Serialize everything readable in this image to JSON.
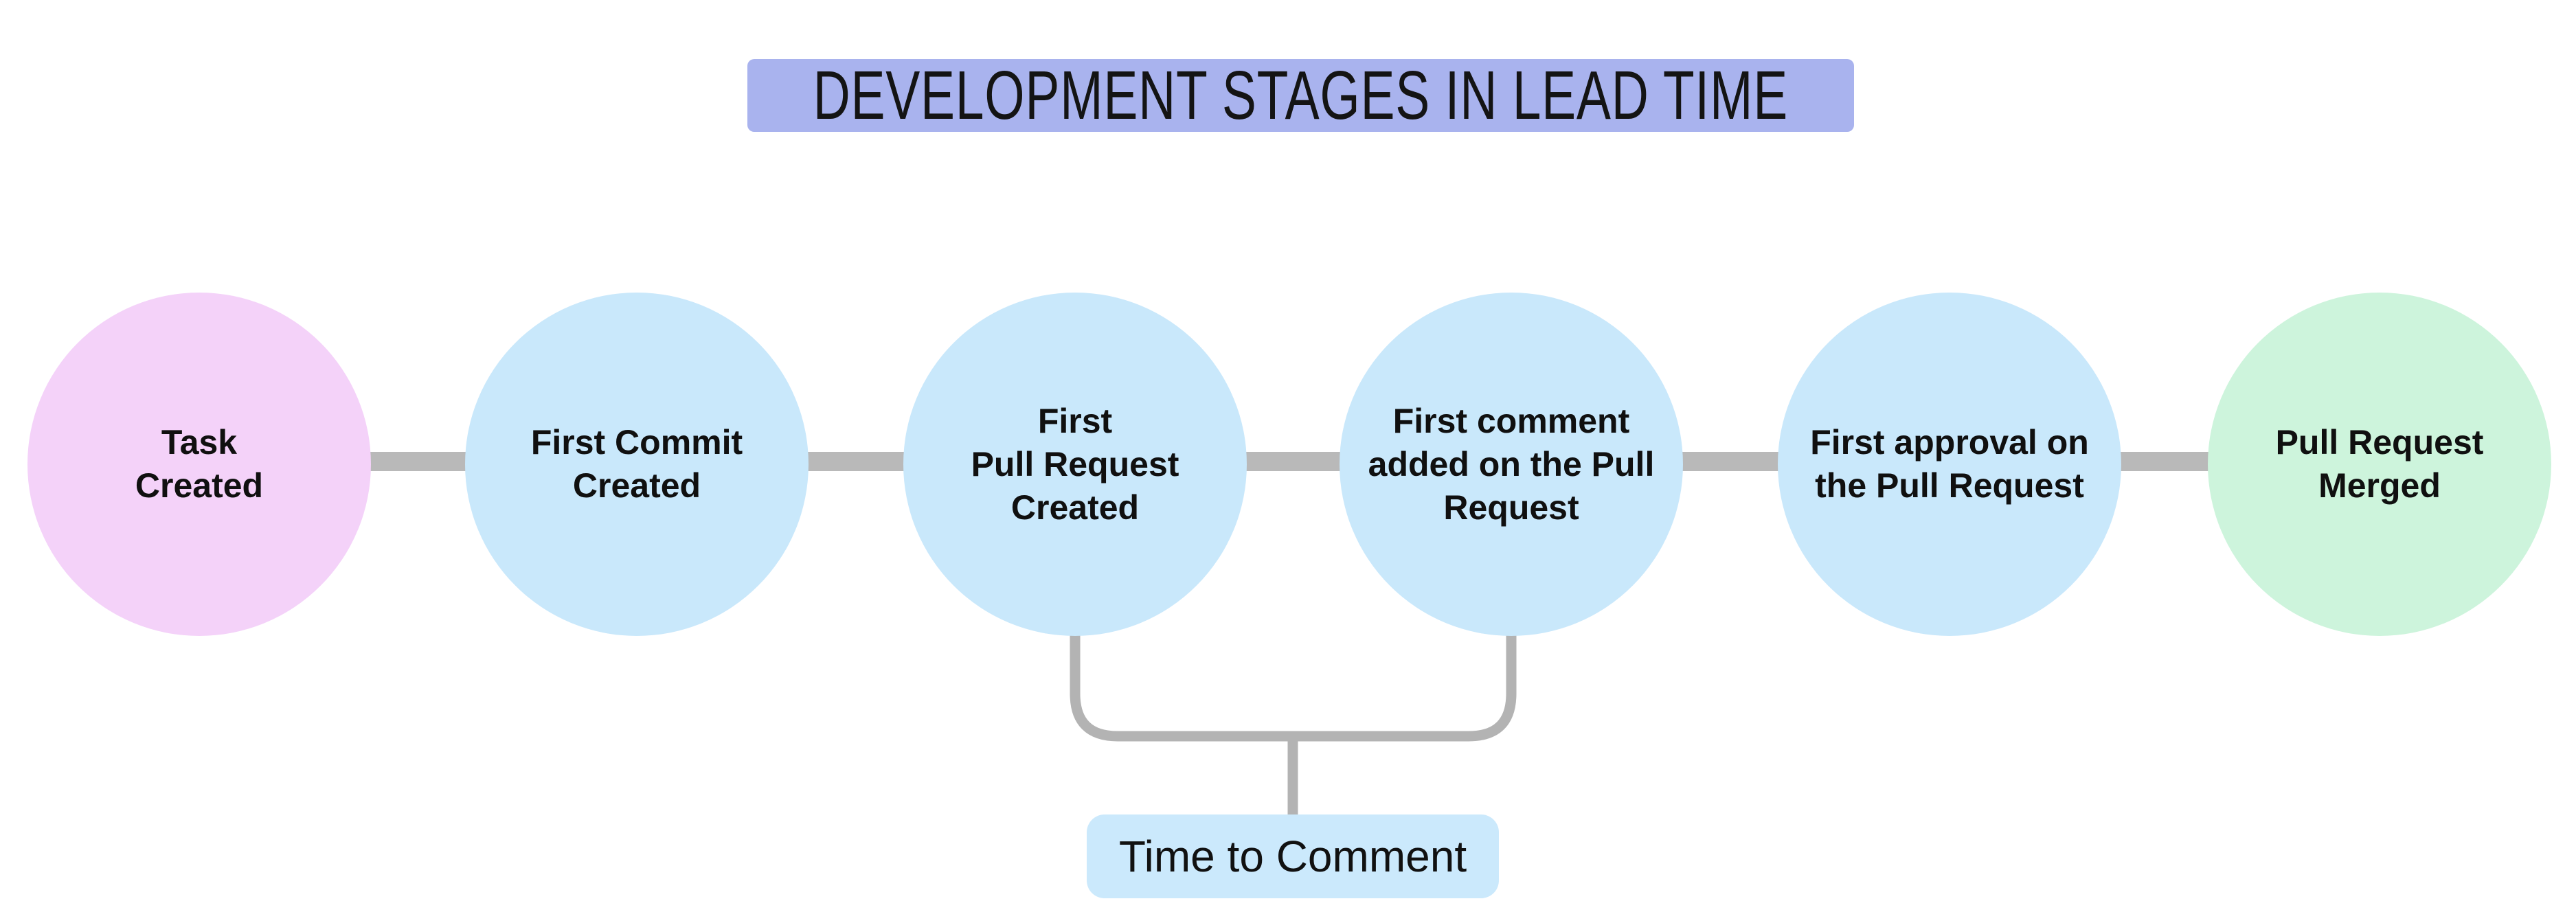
{
  "title": {
    "text": "DEVELOPMENT STAGES IN LEAD TIME",
    "bg": "#a9b3ee"
  },
  "stages": [
    {
      "id": "task-created",
      "label": "Task\nCreated",
      "color": "#f4d2f9",
      "role": "start"
    },
    {
      "id": "first-commit-created",
      "label": "First Commit\nCreated",
      "color": "#c9e8fb",
      "role": "middle"
    },
    {
      "id": "first-pr-created",
      "label": "First\nPull Request\nCreated",
      "color": "#c9e8fb",
      "role": "middle"
    },
    {
      "id": "first-comment-added",
      "label": "First comment\nadded on the Pull\nRequest",
      "color": "#c9e8fb",
      "role": "middle"
    },
    {
      "id": "first-approval",
      "label": "First approval on\nthe Pull Request",
      "color": "#c9e8fb",
      "role": "middle"
    },
    {
      "id": "pull-request-merged",
      "label": "Pull Request\nMerged",
      "color": "#cdf4dc",
      "role": "end"
    }
  ],
  "connector": {
    "color": "#b9b9b9"
  },
  "bracket": {
    "color": "#b3b3b3",
    "from_stage": "First Pull Request Created",
    "to_stage": "First comment added on the Pull Request"
  },
  "annotation": {
    "label": "Time to Comment",
    "bg": "#cbe9fc"
  }
}
